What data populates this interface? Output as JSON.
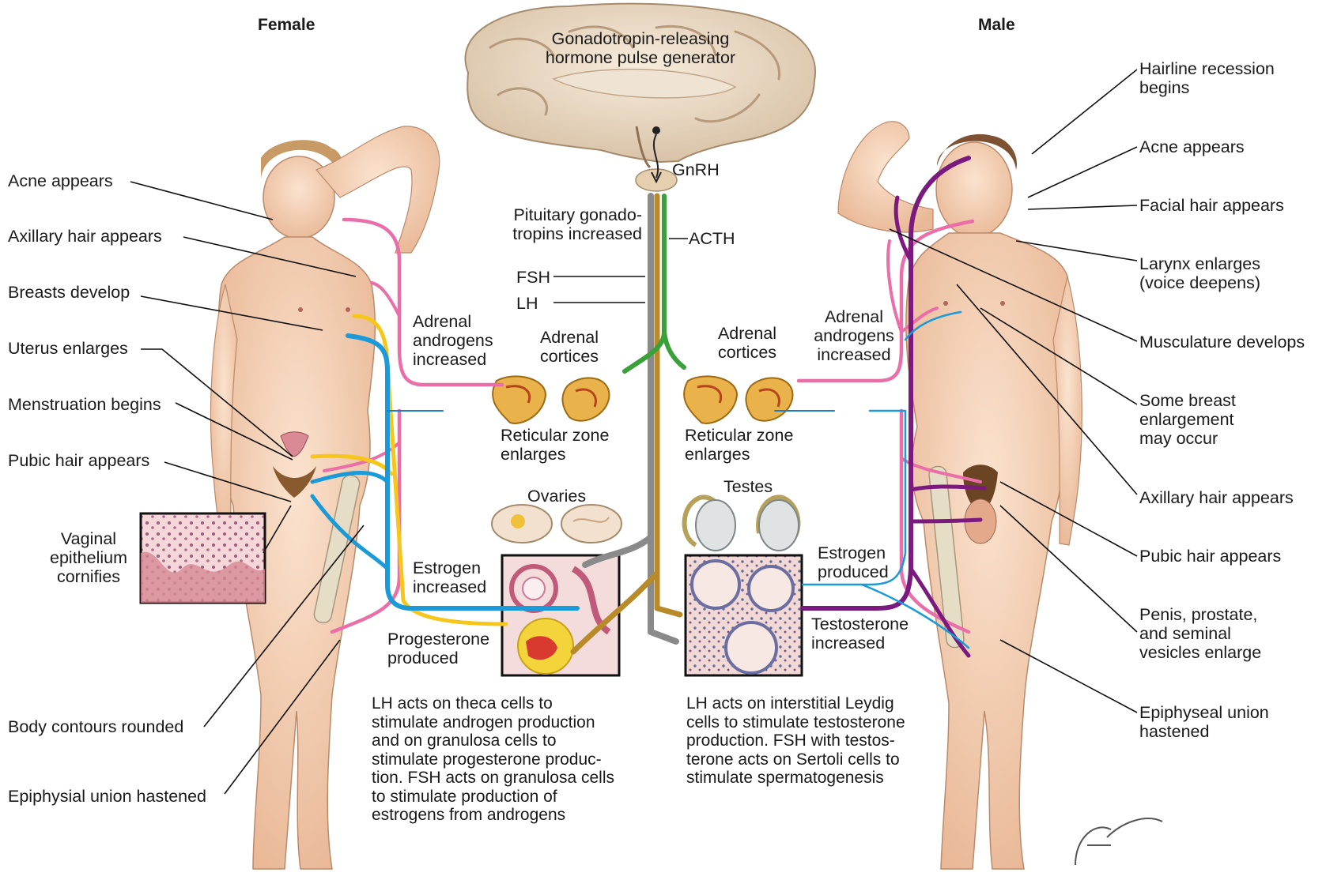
{
  "headers": {
    "female": "Female",
    "male": "Male"
  },
  "center": {
    "generator": "Gonadotropin-releasing\nhormone pulse generator",
    "gnrh": "GnRH",
    "pituitary": "Pituitary gonado-\ntropins increased",
    "acth": "ACTH",
    "fsh": "FSH",
    "lh": "LH",
    "adrenal_androgens_female": "Adrenal\nandrogens\nincreased",
    "adrenal_cortices_female": "Adrenal\ncortices",
    "adrenal_cortices_male": "Adrenal\ncortices",
    "adrenal_androgens_male": "Adrenal\nandrogens\nincreased",
    "reticular_female": "Reticular zone\nenlarges",
    "reticular_male": "Reticular zone\nenlarges",
    "ovaries": "Ovaries",
    "testes": "Testes",
    "estrogen_increased": "Estrogen\nincreased",
    "progesterone_produced": "Progesterone\nproduced",
    "estrogen_produced": "Estrogen\nproduced",
    "testosterone_increased": "Testosterone\nincreased"
  },
  "captions": {
    "ovary": "LH acts on theca cells to\nstimulate androgen production\nand on granulosa cells to\nstimulate progesterone produc-\ntion. FSH acts on granulosa cells\nto stimulate production of\nestrogens from androgens",
    "testis": "LH acts on interstitial Leydig\ncells to stimulate testosterone\nproduction. FSH with testos-\nterone acts on Sertoli cells to\nstimulate spermatogenesis"
  },
  "female_labels": [
    "Acne appears",
    "Axillary hair appears",
    "Breasts develop",
    "Uterus enlarges",
    "Menstruation begins",
    "Pubic hair appears",
    "Vaginal\nepithelium\ncornifies",
    "Body contours rounded",
    "Epiphysial union hastened"
  ],
  "male_labels": [
    "Hairline recession\nbegins",
    "Acne appears",
    "Facial hair appears",
    "Larynx enlarges\n(voice deepens)",
    "Musculature develops",
    "Some breast\nenlargement\nmay occur",
    "Axillary hair appears",
    "Pubic hair appears",
    "Penis, prostate,\nand seminal\nvesicles enlarge",
    "Epiphyseal union\nhastened"
  ],
  "colors": {
    "adrenal_androgens": "#ea6fa8",
    "estrogen": "#1a9ad8",
    "progesterone": "#f6c61a",
    "testosterone": "#7a1a7e",
    "acth": "#3aa03a",
    "fsh": "#8a8a8a",
    "lh": "#b88a2a"
  }
}
